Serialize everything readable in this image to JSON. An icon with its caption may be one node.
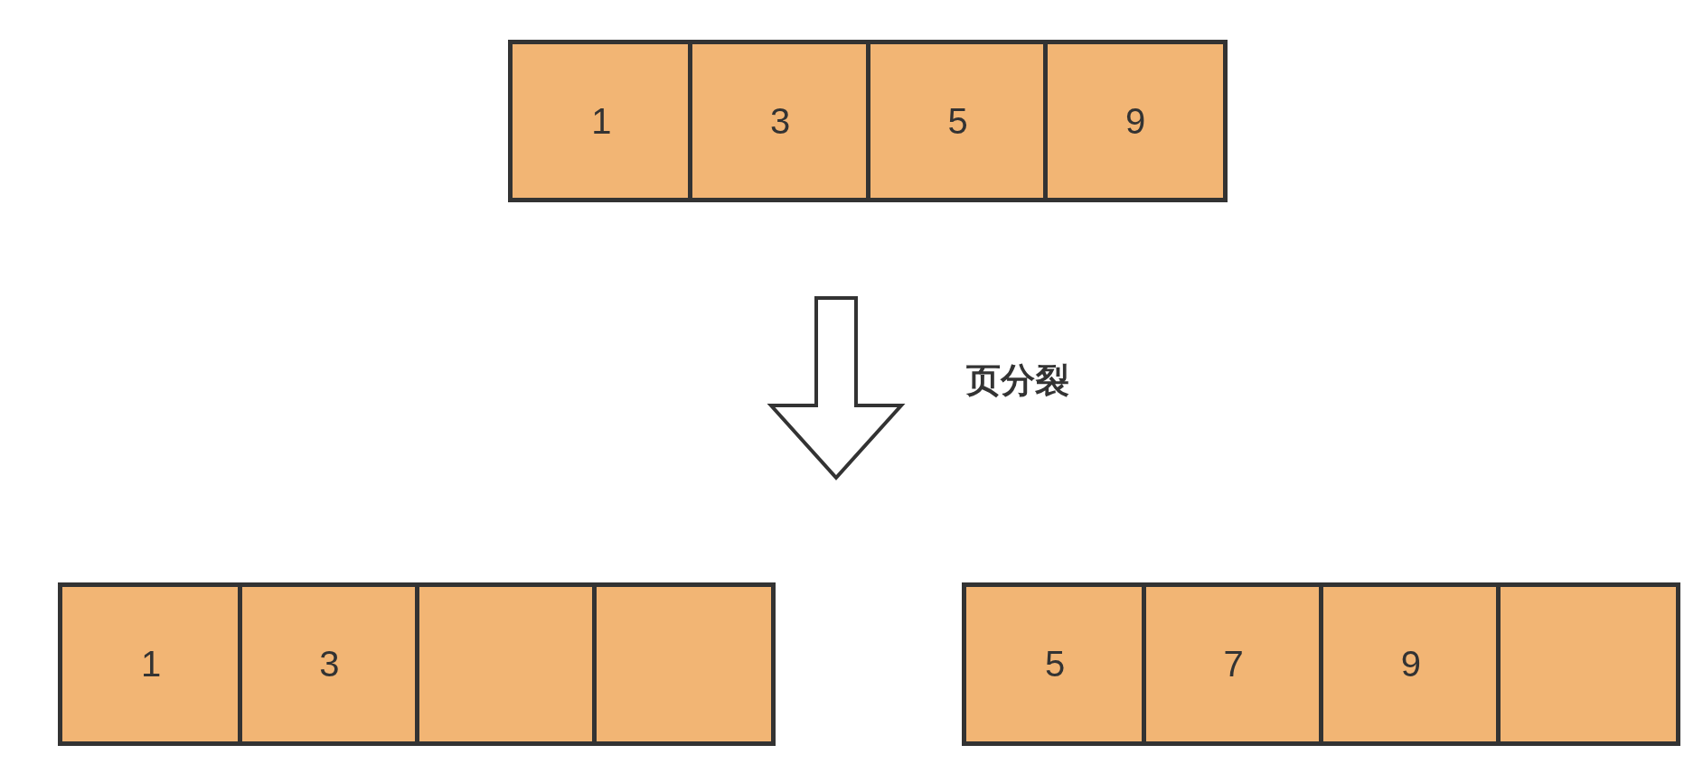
{
  "diagram": {
    "nodes": [
      {
        "text": [],
        "shape": "box"
      },
      {
        "text": [
          "1"
        ],
        "in": 0
      },
      {
        "text": [
          "3"
        ],
        "in": 0
      },
      {
        "text": [
          "5"
        ],
        "in": 0
      },
      {
        "text": [
          "9"
        ],
        "in": 0
      },
      {
        "text": [],
        "shape": "box"
      },
      {
        "text": [
          "1"
        ],
        "in": 5
      },
      {
        "text": [
          "3"
        ],
        "in": 5
      },
      {
        "text": [],
        "shape": "box",
        "in": 5
      },
      {
        "text": [],
        "shape": "box",
        "in": 5
      },
      {
        "text": [],
        "shape": "box"
      },
      {
        "text": [
          "5"
        ],
        "in": 10
      },
      {
        "text": [
          "7"
        ],
        "in": 10
      },
      {
        "text": [
          "9"
        ],
        "in": 10
      },
      {
        "text": [],
        "shape": "box",
        "in": 10
      }
    ],
    "labels": [
      "页分裂"
    ]
  }
}
